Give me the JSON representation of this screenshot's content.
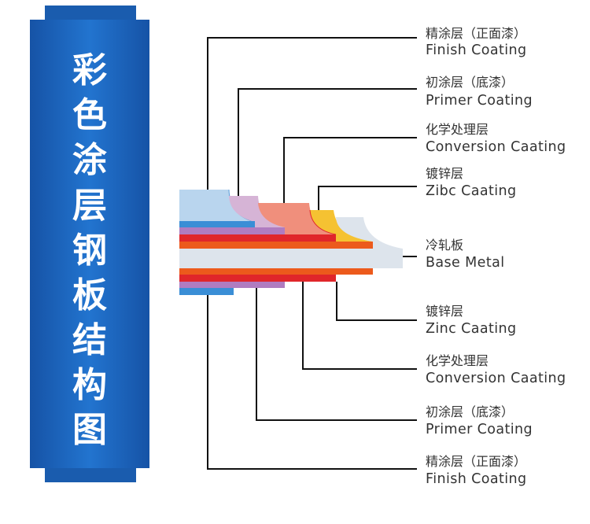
{
  "title": {
    "chars": [
      "彩",
      "色",
      "涂",
      "层",
      "钢",
      "板",
      "结",
      "构",
      "图"
    ]
  },
  "labels": [
    {
      "zh": "精涂层（正面漆）",
      "en": "Finish Coating"
    },
    {
      "zh": "初涂层（底漆）",
      "en": "Primer Coating"
    },
    {
      "zh": "化学处理层",
      "en": "Conversion Caating"
    },
    {
      "zh": "镀锌层",
      "en": "Zibc Caating"
    },
    {
      "zh": "冷轧板",
      "en": "Base Metal"
    },
    {
      "zh": "镀锌层",
      "en": "Zinc Caating"
    },
    {
      "zh": "化学处理层",
      "en": "Conversion Caating"
    },
    {
      "zh": "初涂层（底漆）",
      "en": "Primer Coating"
    },
    {
      "zh": "精涂层（正面漆）",
      "en": "Finish Coating"
    }
  ],
  "colors": {
    "finish": "#b9d5ee",
    "finish_stripe": "#3a8ed6",
    "primer": "#d6b4d6",
    "primer_stripe": "#b07cc0",
    "conversion": "#f08f7c",
    "conversion_stripe": "#e0262a",
    "zinc": "#f5c232",
    "zinc_stripe": "#ec5a1c",
    "base": "#dde4ec",
    "banner": "#1a5cae"
  }
}
